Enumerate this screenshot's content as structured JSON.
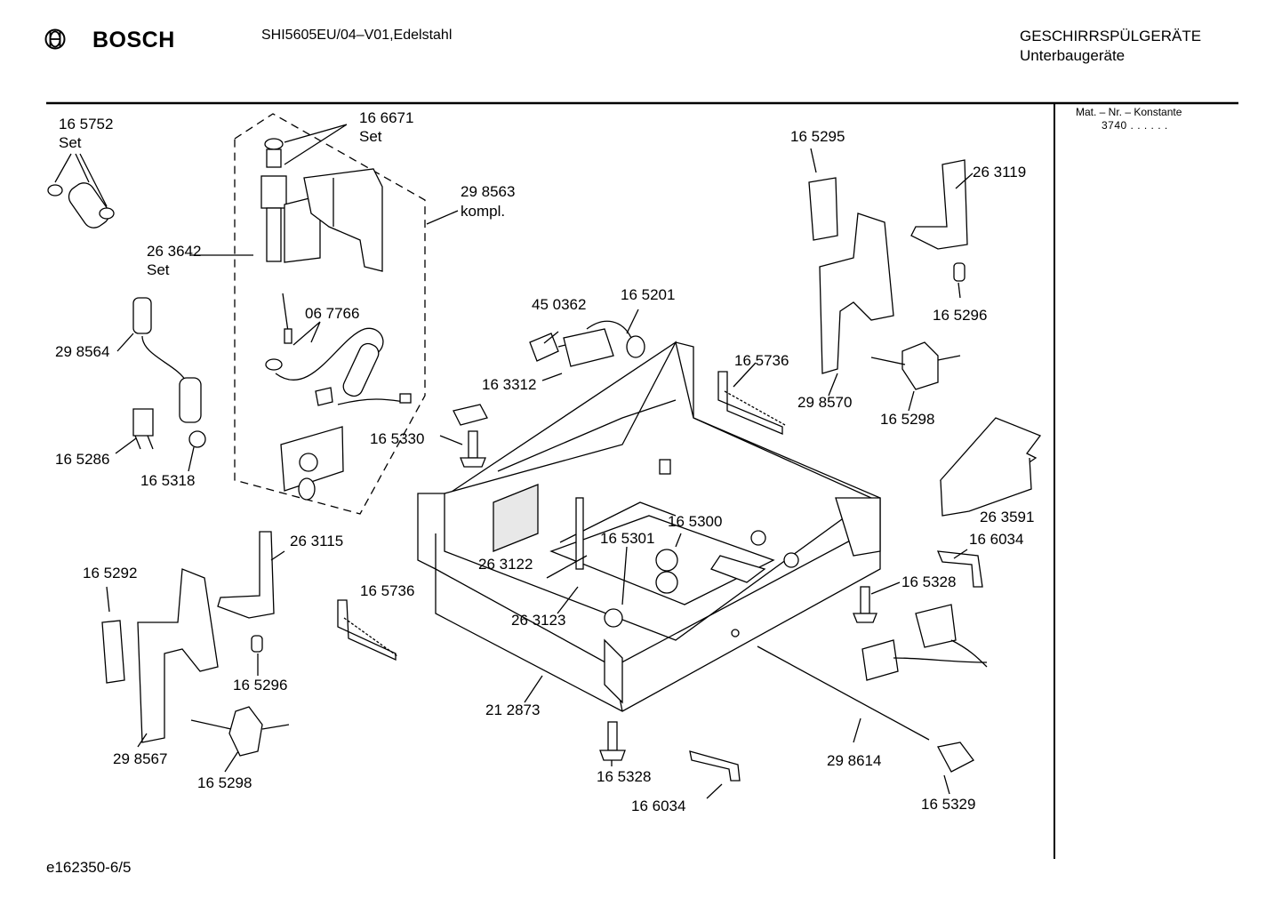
{
  "header": {
    "brand": "BOSCH",
    "model": "SHI5605EU/04–V01,Edelstahl",
    "category_line1": "GESCHIRRSPÜLGERÄTE",
    "category_line2": "Unterbaugeräte"
  },
  "sidebar": {
    "mat_label": "Mat. – Nr. – Konstante",
    "mat_value": "3740 . . . . . ."
  },
  "footer": {
    "code": "e162350-6/5"
  },
  "labels": {
    "l01": "16 5752",
    "l02": "Set",
    "l03": "16 6671",
    "l04": "Set",
    "l05": "29 8563",
    "l06": "kompl.",
    "l07": "26 3642",
    "l08": "Set",
    "l09": "06 7766",
    "l10": "29 8564",
    "l11": "16 5286",
    "l12": "16 5318",
    "l13": "16 5330",
    "l14": "45 0362",
    "l15": "16 5201",
    "l16": "16 3312",
    "l17": "16 5736",
    "l18": "16 5295",
    "l19": "26 3119",
    "l20": "16 5296",
    "l21": "29 8570",
    "l22": "16 5298",
    "l23": "26 3591",
    "l24": "16 6034",
    "l25": "16 5328",
    "l26": "16 5300",
    "l27": "16 5301",
    "l28": "26 3122",
    "l29": "26 3123",
    "l30": "26 3115",
    "l31": "16 5292",
    "l32": "16 5736",
    "l33": "16 5296",
    "l34": "29 8567",
    "l35": "16 5298",
    "l36": "21 2873",
    "l37": "16 5328",
    "l38": "16 6034",
    "l39": "29 8614",
    "l40": "16 5329"
  }
}
